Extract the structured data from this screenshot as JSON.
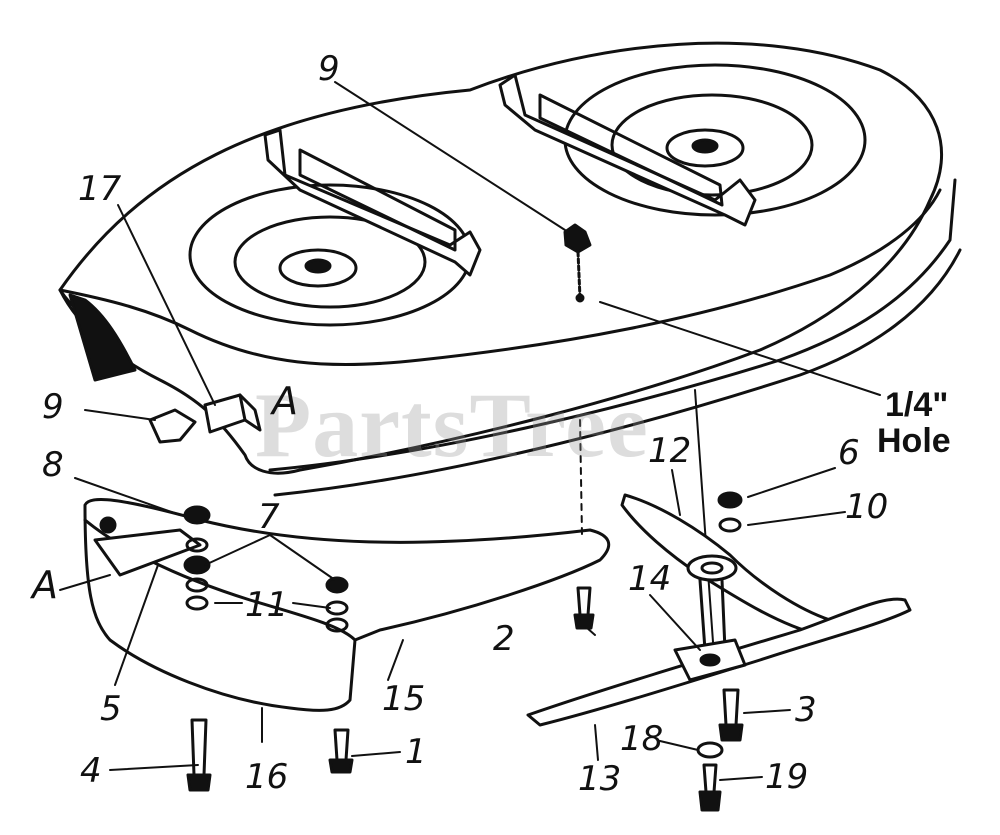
{
  "watermark": "PartsTree",
  "note": {
    "line1": "1/4\"",
    "line2": "Hole"
  },
  "callouts": {
    "c1": "1",
    "c2": "2",
    "c3": "3",
    "c4": "4",
    "c5": "5",
    "c6": "6",
    "c7": "7",
    "c8": "8",
    "c9a": "9",
    "c9b": "9",
    "c10": "10",
    "c11": "11",
    "c12": "12",
    "c13": "13",
    "c14": "14",
    "c15": "15",
    "c16": "16",
    "c17": "17",
    "c18": "18",
    "c19": "19",
    "cA1": "A",
    "cA2": "A"
  },
  "colors": {
    "ink": "#111111",
    "paper": "#ffffff",
    "watermark": "#9a9a9a"
  }
}
